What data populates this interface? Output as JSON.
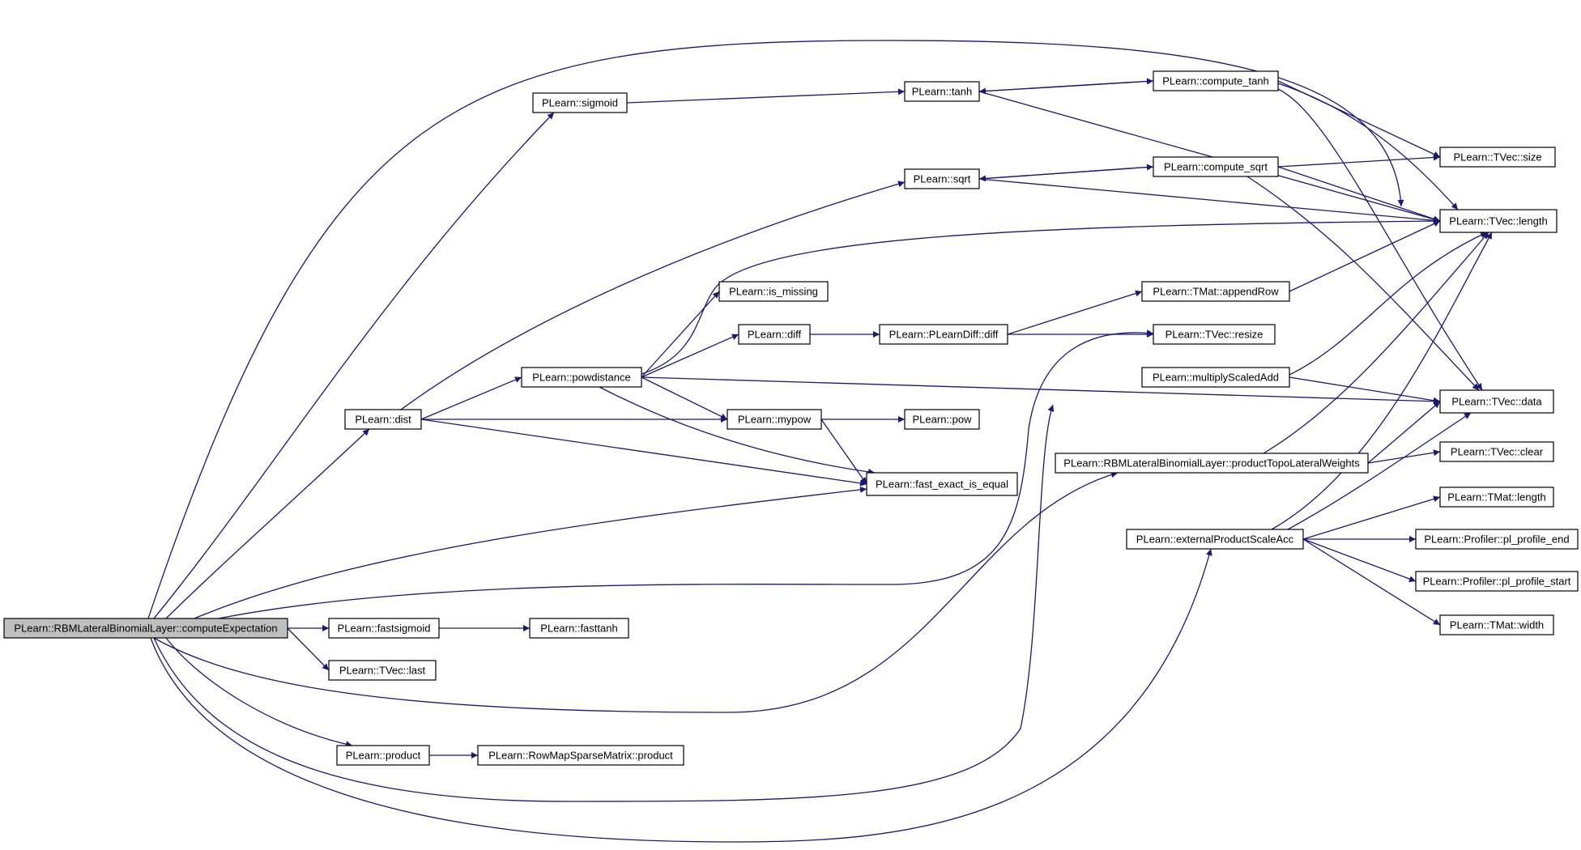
{
  "graph": {
    "root": "n0",
    "colors": {
      "edge": "#191970",
      "root_fill": "#bfbfbf",
      "node_fill": "#ffffff",
      "node_border": "#000000"
    },
    "nodes": [
      {
        "id": "n0",
        "label": "PLearn::RBMLateralBinomialLayer::computeExpectation"
      },
      {
        "id": "n1",
        "label": "PLearn::dist"
      },
      {
        "id": "n2",
        "label": "PLearn::sigmoid"
      },
      {
        "id": "n3",
        "label": "PLearn::tanh"
      },
      {
        "id": "n4",
        "label": "PLearn::compute_tanh"
      },
      {
        "id": "n5",
        "label": "PLearn::sqrt"
      },
      {
        "id": "n6",
        "label": "PLearn::compute_sqrt"
      },
      {
        "id": "n7",
        "label": "PLearn::TVec::size"
      },
      {
        "id": "n8",
        "label": "PLearn::TVec::length"
      },
      {
        "id": "n9",
        "label": "PLearn::is_missing"
      },
      {
        "id": "n10",
        "label": "PLearn::TMat::appendRow"
      },
      {
        "id": "n11",
        "label": "PLearn::diff"
      },
      {
        "id": "n12",
        "label": "PLearn::PLearnDiff::diff"
      },
      {
        "id": "n13",
        "label": "PLearn::TVec::resize"
      },
      {
        "id": "n14",
        "label": "PLearn::powdistance"
      },
      {
        "id": "n15",
        "label": "PLearn::multiplyScaledAdd"
      },
      {
        "id": "n16",
        "label": "PLearn::TVec::data"
      },
      {
        "id": "n17",
        "label": "PLearn::mypow"
      },
      {
        "id": "n18",
        "label": "PLearn::pow"
      },
      {
        "id": "n19",
        "label": "PLearn::RBMLateralBinomialLayer::productTopoLateralWeights"
      },
      {
        "id": "n20",
        "label": "PLearn::TVec::clear"
      },
      {
        "id": "n21",
        "label": "PLearn::fast_exact_is_equal"
      },
      {
        "id": "n22",
        "label": "PLearn::TMat::length"
      },
      {
        "id": "n23",
        "label": "PLearn::externalProductScaleAcc"
      },
      {
        "id": "n24",
        "label": "PLearn::Profiler::pl_profile_end"
      },
      {
        "id": "n25",
        "label": "PLearn::Profiler::pl_profile_start"
      },
      {
        "id": "n26",
        "label": "PLearn::TMat::width"
      },
      {
        "id": "n27",
        "label": "PLearn::fastsigmoid"
      },
      {
        "id": "n28",
        "label": "PLearn::fasttanh"
      },
      {
        "id": "n29",
        "label": "PLearn::TVec::last"
      },
      {
        "id": "n30",
        "label": "PLearn::product"
      },
      {
        "id": "n31",
        "label": "PLearn::RowMapSparseMatrix::product"
      }
    ],
    "edges": [
      [
        "n0",
        "n8"
      ],
      [
        "n0",
        "n2"
      ],
      [
        "n0",
        "n1"
      ],
      [
        "n0",
        "n21"
      ],
      [
        "n0",
        "n13"
      ],
      [
        "n0",
        "n27"
      ],
      [
        "n0",
        "n29"
      ],
      [
        "n0",
        "n19"
      ],
      [
        "n0",
        "n30"
      ],
      [
        "n0",
        "n15"
      ],
      [
        "n0",
        "n23"
      ],
      [
        "n1",
        "n5"
      ],
      [
        "n1",
        "n14"
      ],
      [
        "n1",
        "n17"
      ],
      [
        "n1",
        "n21"
      ],
      [
        "n2",
        "n3"
      ],
      [
        "n3",
        "n4"
      ],
      [
        "n3",
        "n8"
      ],
      [
        "n4",
        "n3"
      ],
      [
        "n4",
        "n7"
      ],
      [
        "n4",
        "n8"
      ],
      [
        "n4",
        "n16"
      ],
      [
        "n5",
        "n6"
      ],
      [
        "n5",
        "n8"
      ],
      [
        "n6",
        "n5"
      ],
      [
        "n6",
        "n7"
      ],
      [
        "n6",
        "n8"
      ],
      [
        "n6",
        "n16"
      ],
      [
        "n14",
        "n8"
      ],
      [
        "n14",
        "n9"
      ],
      [
        "n14",
        "n11"
      ],
      [
        "n14",
        "n16"
      ],
      [
        "n14",
        "n17"
      ],
      [
        "n14",
        "n21"
      ],
      [
        "n11",
        "n12"
      ],
      [
        "n12",
        "n10"
      ],
      [
        "n12",
        "n13"
      ],
      [
        "n10",
        "n8"
      ],
      [
        "n17",
        "n18"
      ],
      [
        "n17",
        "n21"
      ],
      [
        "n15",
        "n8"
      ],
      [
        "n15",
        "n16"
      ],
      [
        "n19",
        "n8"
      ],
      [
        "n19",
        "n16"
      ],
      [
        "n19",
        "n20"
      ],
      [
        "n23",
        "n8"
      ],
      [
        "n23",
        "n16"
      ],
      [
        "n23",
        "n22"
      ],
      [
        "n23",
        "n24"
      ],
      [
        "n23",
        "n25"
      ],
      [
        "n23",
        "n26"
      ],
      [
        "n27",
        "n28"
      ],
      [
        "n30",
        "n31"
      ]
    ]
  }
}
